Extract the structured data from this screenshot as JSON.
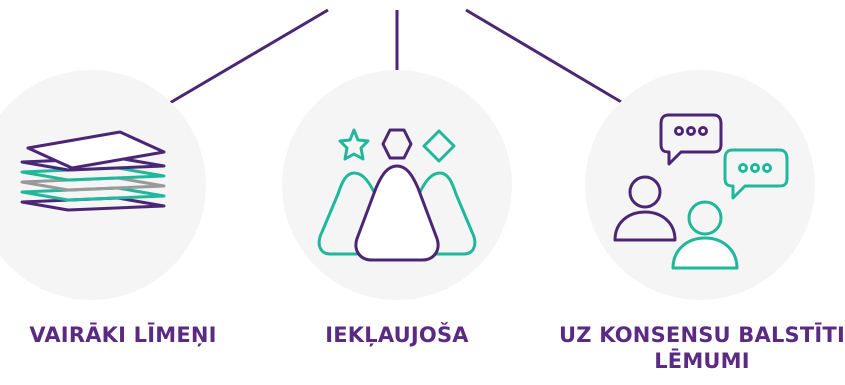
{
  "nodes": [
    {
      "label": "VAIRĀKI LĪMEŅI",
      "icon": "stacked-layers-icon"
    },
    {
      "label": "IEKĻAUJOŠA",
      "icon": "inclusive-shapes-people-icon"
    },
    {
      "label_line1": "UZ KONSENSU BALSTĪTI",
      "label_line2": "LĒMUMI",
      "icon": "chat-people-icon"
    }
  ],
  "colors": {
    "purple": "#4b2675",
    "teal": "#1fb89a",
    "gray": "#999999",
    "label": "#5b2a83",
    "circle": "#f5f5f5"
  }
}
